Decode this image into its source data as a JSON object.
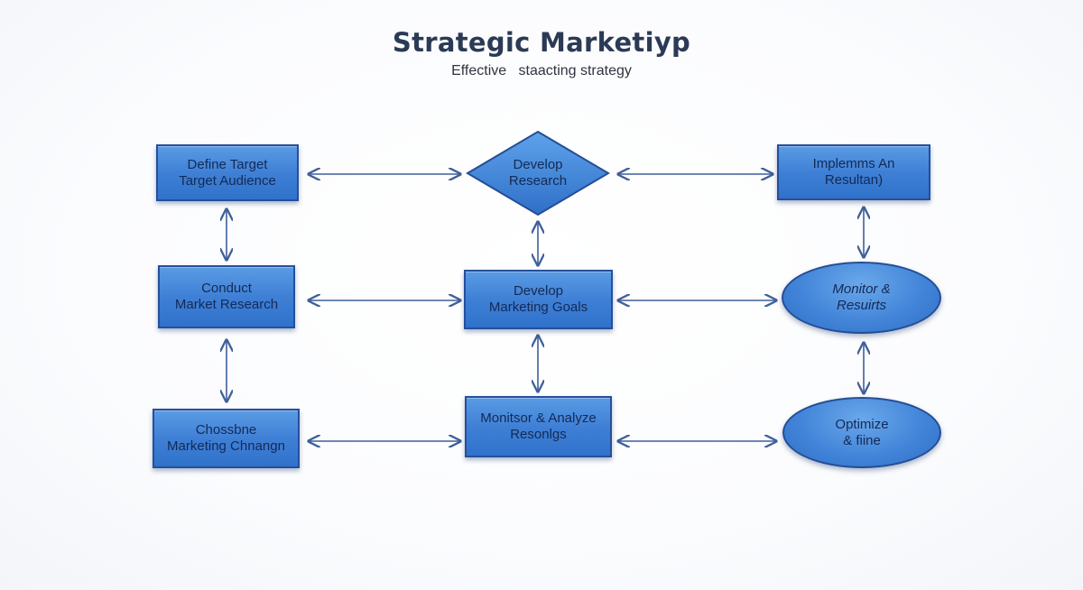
{
  "title": "Strategic Marketiyp",
  "subtitle": "Effective   staacting strategy",
  "nodes": {
    "define_target": {
      "line1": "Define Target",
      "line2": "Target Audience"
    },
    "develop_research": {
      "line1": "Develop",
      "line2": "Research"
    },
    "implements": {
      "line1": "Implemms An",
      "line2": "Resultan)"
    },
    "conduct_research": {
      "line1": "Conduct",
      "line2": "Market Research"
    },
    "develop_goals": {
      "line1": "Develop",
      "line2": "Marketing Goals"
    },
    "monitor_results": {
      "line1": "Monitor &",
      "line2": "Resuirts"
    },
    "choose_channel": {
      "line1": "Chossbne",
      "line2": "Marketing Chnangn"
    },
    "monitor_analyze": {
      "line1": "Monitsor & Analyze",
      "line2": "Resonlgs"
    },
    "optimize": {
      "line1": "Optimize",
      "line2": "& fiine"
    }
  },
  "colors": {
    "node_fill": "#4385d9",
    "node_border": "#254f9a",
    "node_text": "#132a55",
    "connector": "#3f5f9a",
    "title": "#2b3a55"
  }
}
